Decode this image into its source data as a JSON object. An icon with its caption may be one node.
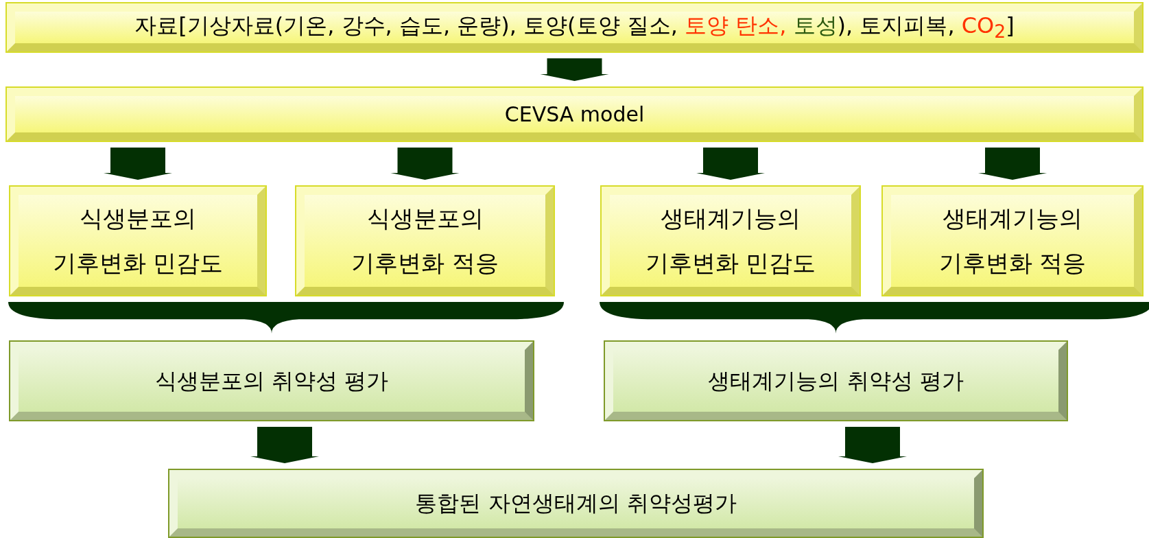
{
  "diagram": {
    "nodes": [
      {
        "text": [
          "자료[기상자료(기온, 강수, 습도, 운량), 토양(토양 질소, ",
          "토양 탄소,",
          " 토성",
          "), 토지피복, ",
          "CO$_{2}$",
          "]"
        ]
      },
      {
        "text": [
          "CEVSA model"
        ]
      },
      {
        "text": [
          "식생분포의 기후변화 민감도"
        ]
      },
      {
        "text": [
          "식생분포의 기후변화 적응"
        ]
      },
      {
        "text": [
          "생태계기능의 기후변화 민감도"
        ]
      },
      {
        "text": [
          "생태계기능의 기후변화 적응"
        ]
      },
      {
        "text": [
          "식생분포의 취약성 평가"
        ]
      },
      {
        "text": [
          "생태계기능의 취약성 평가"
        ]
      },
      {
        "text": [
          "통합된 자연생태계의 취약성평가"
        ]
      }
    ],
    "edges": [
      {
        "from": 0,
        "to": 1,
        "arrow": "to",
        "style": "thick"
      },
      {
        "from": 1,
        "to": 2,
        "arrow": "to",
        "style": "thick"
      },
      {
        "from": 1,
        "to": 3,
        "arrow": "to",
        "style": "thick"
      },
      {
        "from": 1,
        "to": 4,
        "arrow": "to",
        "style": "thick"
      },
      {
        "from": 1,
        "to": 5,
        "arrow": "to",
        "style": "thick"
      },
      {
        "from": 2,
        "to": 6,
        "arrow": "none"
      },
      {
        "from": 3,
        "to": 6,
        "arrow": "none"
      },
      {
        "from": 4,
        "to": 7,
        "arrow": "none"
      },
      {
        "from": 5,
        "to": 7,
        "arrow": "none"
      },
      {
        "from": 6,
        "to": 8,
        "arrow": "to",
        "style": "thick"
      },
      {
        "from": 7,
        "to": 8,
        "arrow": "to",
        "style": "thick"
      }
    ]
  }
}
